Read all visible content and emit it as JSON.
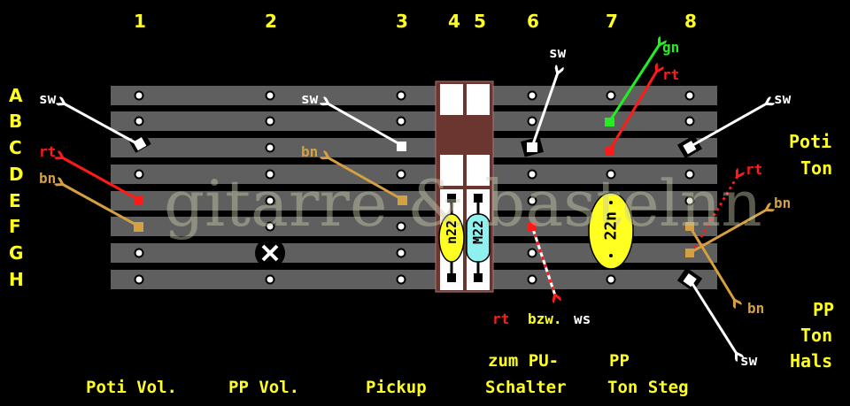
{
  "columns": [
    "1",
    "2",
    "3",
    "4",
    "5",
    "6",
    "7",
    "8"
  ],
  "rows": [
    "A",
    "B",
    "C",
    "D",
    "E",
    "F",
    "G",
    "H"
  ],
  "watermark": "gitarre & bastelnn",
  "components": {
    "cap_small": "n22",
    "resistor": "M22",
    "cap_large": "22n"
  },
  "wire_labels": {
    "sw_col1": "sw",
    "rt_col1": "rt",
    "bn_col1": "bn",
    "sw_col3": "sw",
    "bn_col3": "bn",
    "sw_col6": "sw",
    "gn_col7": "gn",
    "rt_col7": "rt",
    "sw_col8_top": "sw",
    "rt_col8": "rt",
    "bn_col8_top": "bn",
    "bn_col8_bottom": "bn",
    "sw_col8_bottom": "sw",
    "rt_dashed": "rt",
    "bzw": "bzw.",
    "ws": "ws"
  },
  "side_labels": {
    "poti_ton_1": "Poti",
    "poti_ton_2": "Ton",
    "pp_1": "PP",
    "pp_2": "Ton",
    "pp_3": "Hals"
  },
  "bottom_labels": {
    "poti_vol": "Poti Vol.",
    "pp_vol": "PP Vol.",
    "pickup": "Pickup",
    "zum_pu": "zum PU-",
    "schalter": "Schalter",
    "pp": "PP",
    "ton_steg": "Ton Steg"
  },
  "colors": {
    "strip": "#5f5f5f",
    "yellow": "#ffff22",
    "red": "#ff1a1a",
    "brown": "#d4a040",
    "green": "#22ee22",
    "block": "#6b3530"
  }
}
